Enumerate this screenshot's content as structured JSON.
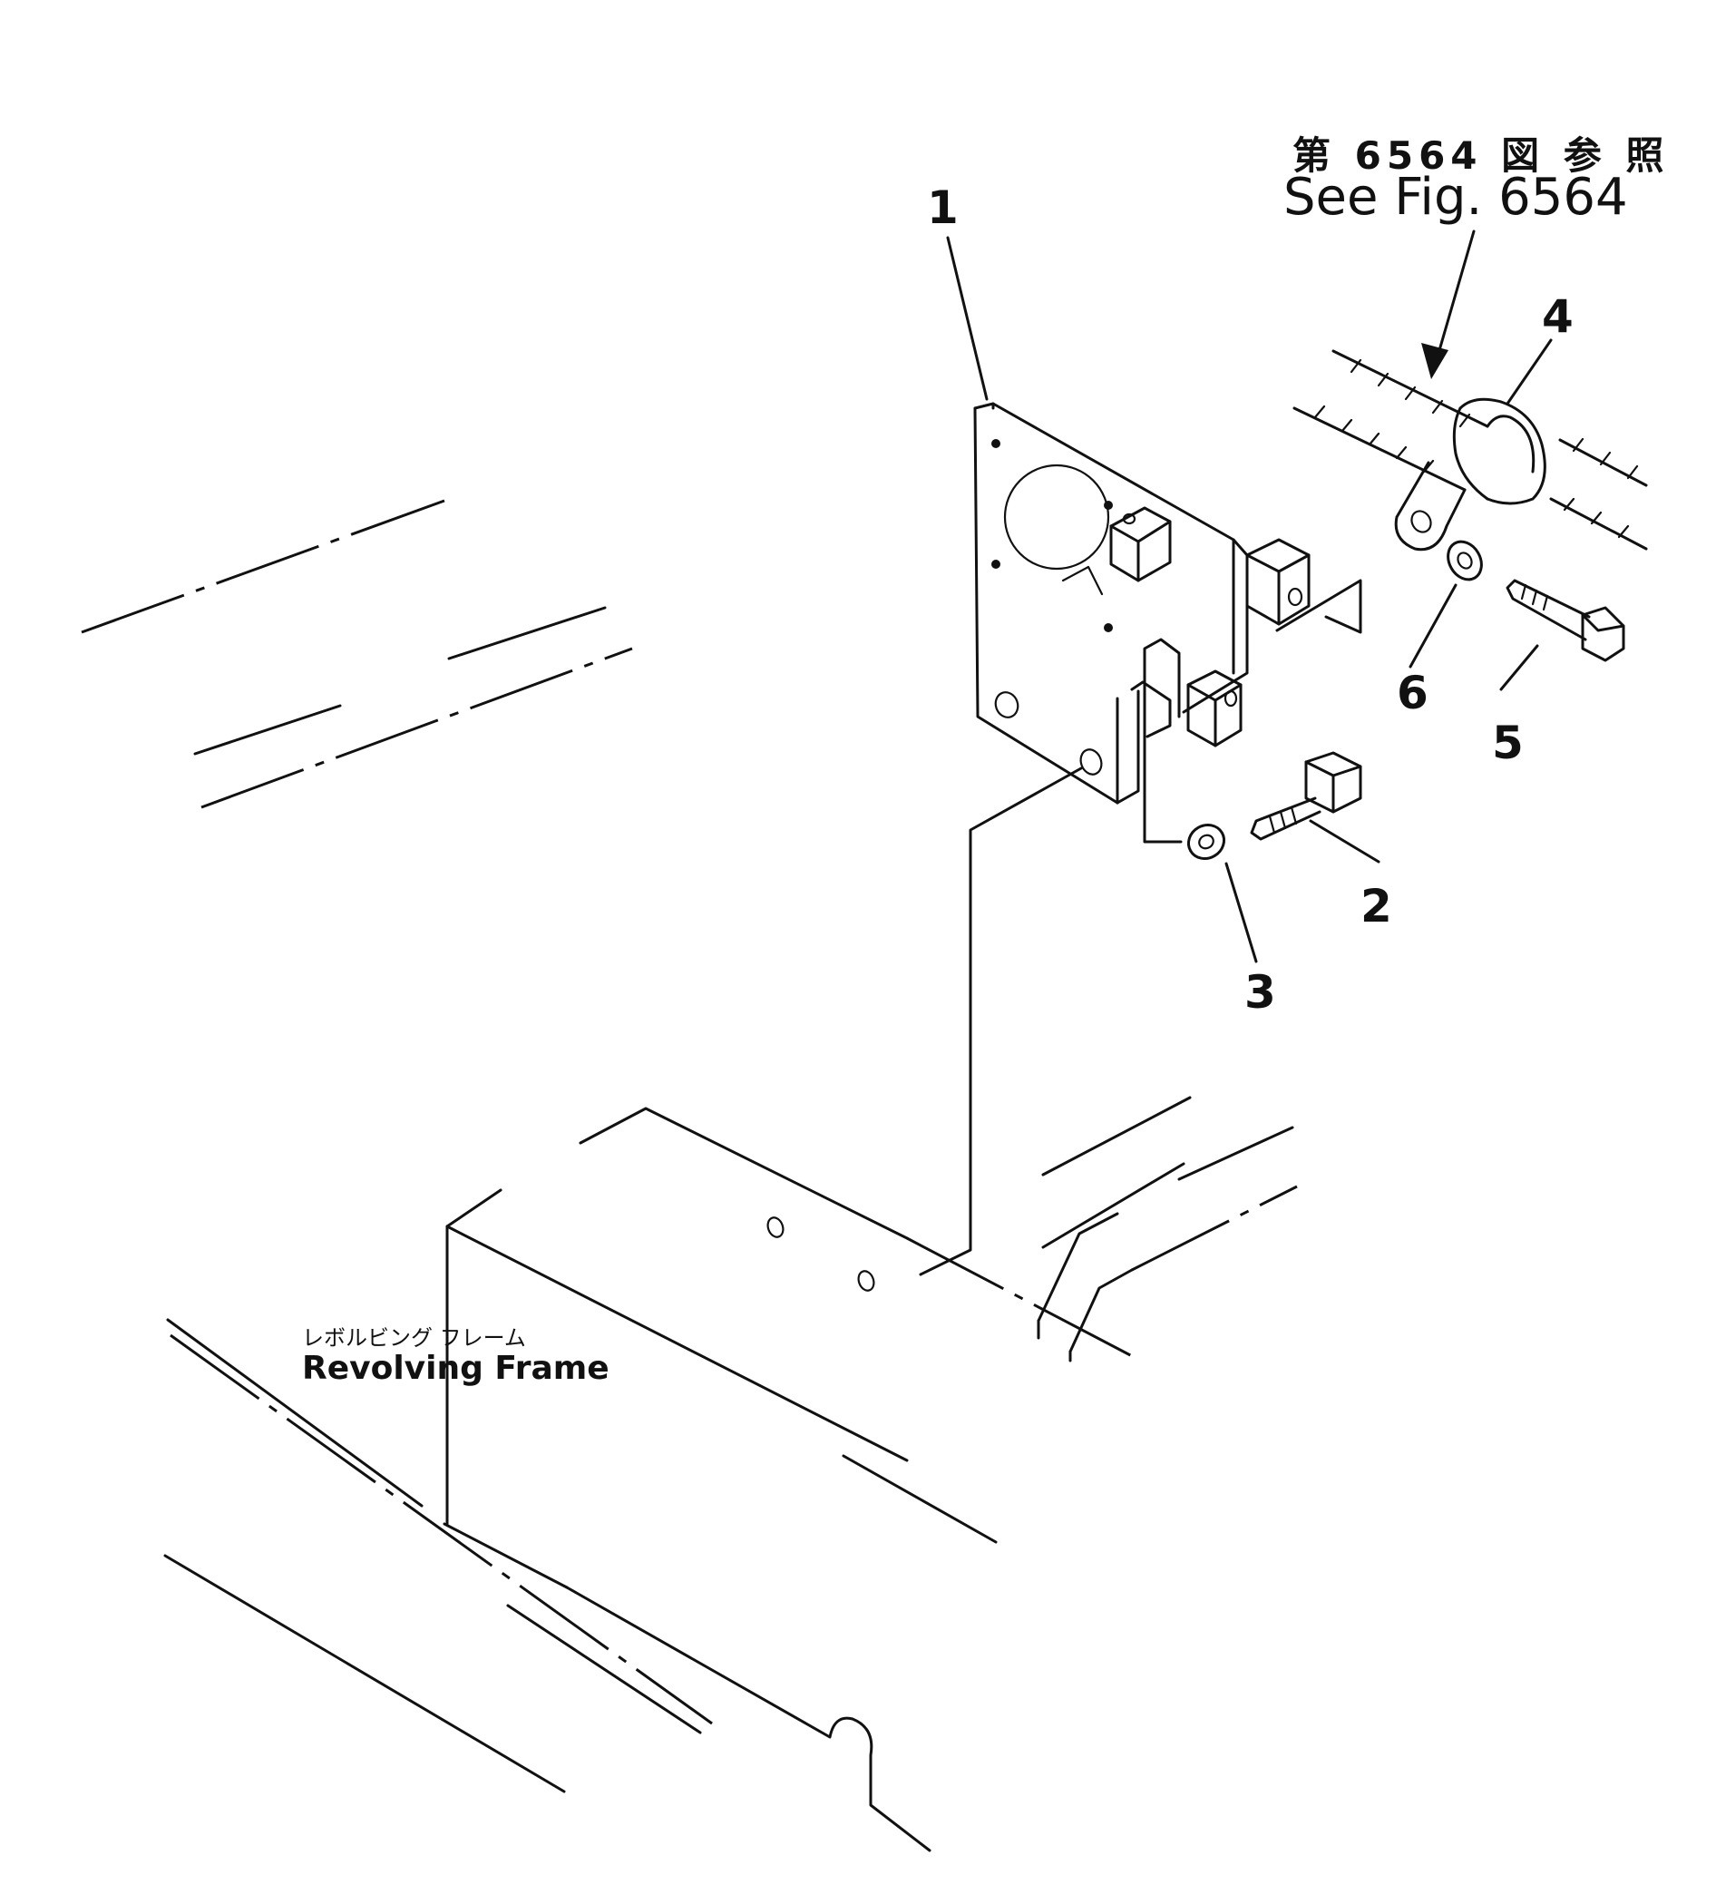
{
  "reference": {
    "japanese": "第 6564 図 参 照",
    "english": "See Fig. 6564"
  },
  "frame_label": {
    "japanese": "レボルビング フレーム",
    "english": "Revolving Frame"
  },
  "callouts": [
    {
      "id": "1",
      "label": "1"
    },
    {
      "id": "2",
      "label": "2"
    },
    {
      "id": "3",
      "label": "3"
    },
    {
      "id": "4",
      "label": "4"
    },
    {
      "id": "5",
      "label": "5"
    },
    {
      "id": "6",
      "label": "6"
    }
  ]
}
